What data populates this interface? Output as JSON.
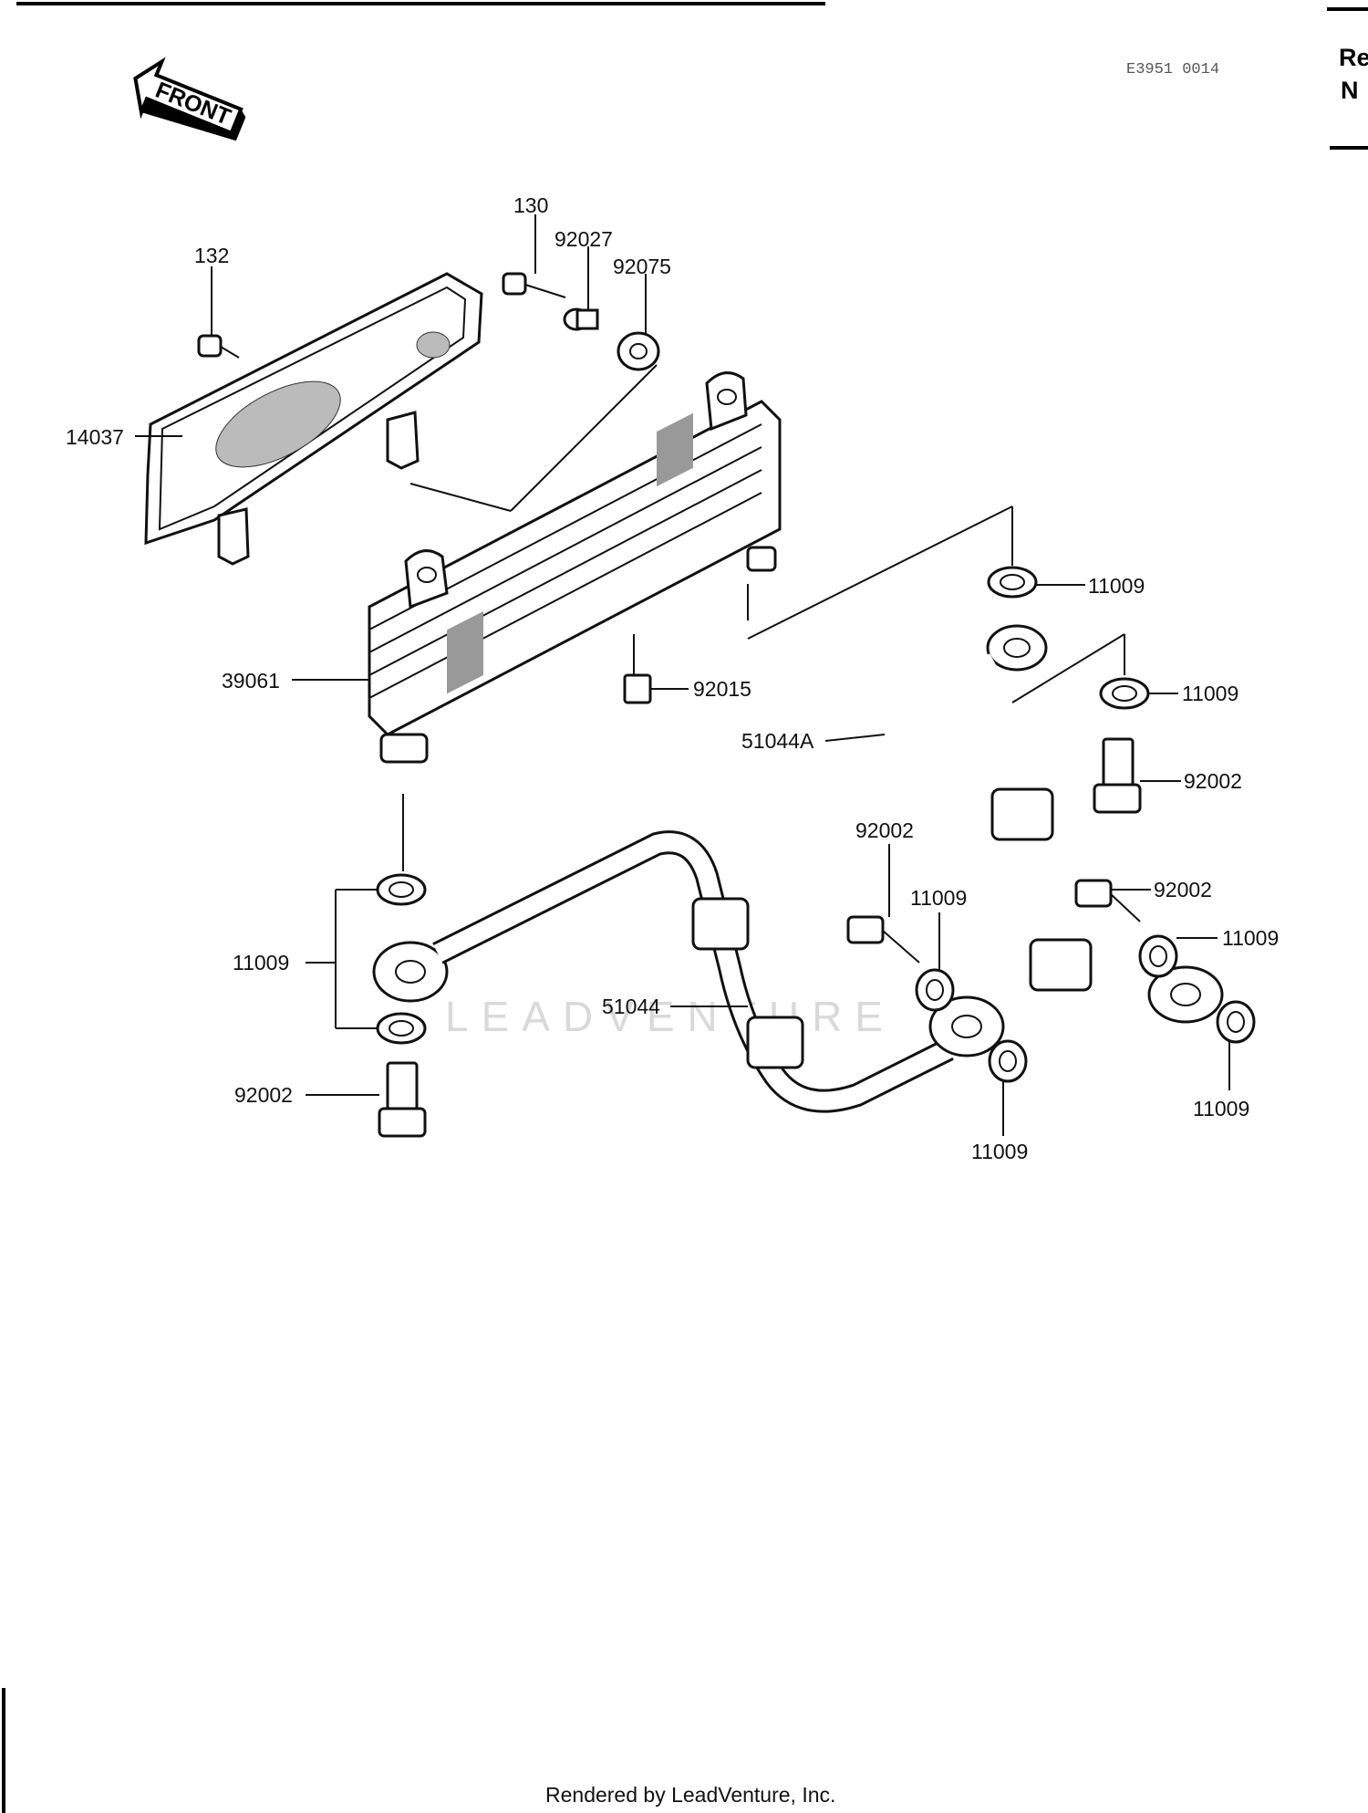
{
  "header": {
    "front_label": "FRONT",
    "ref_code": "E3951 0014",
    "corner_line1": "Re",
    "corner_line2": "N"
  },
  "watermark": "LEADVENTURE",
  "footer": "Rendered by LeadVenture, Inc.",
  "callouts": {
    "c132": "132",
    "c130": "130",
    "c92027": "92027",
    "c92075": "92075",
    "c14037": "14037",
    "c39061": "39061",
    "c92015": "92015",
    "c11009_tr": "11009",
    "c11009_r": "11009",
    "c51044A": "51044A",
    "c92002_r": "92002",
    "c92002_m": "92002",
    "c11009_m": "11009",
    "c92002_rr": "92002",
    "c11009_rr": "11009",
    "c11009_l": "11009",
    "c51044": "51044",
    "c92002_l": "92002",
    "c11009_b": "11009",
    "c11009_br": "11009"
  }
}
